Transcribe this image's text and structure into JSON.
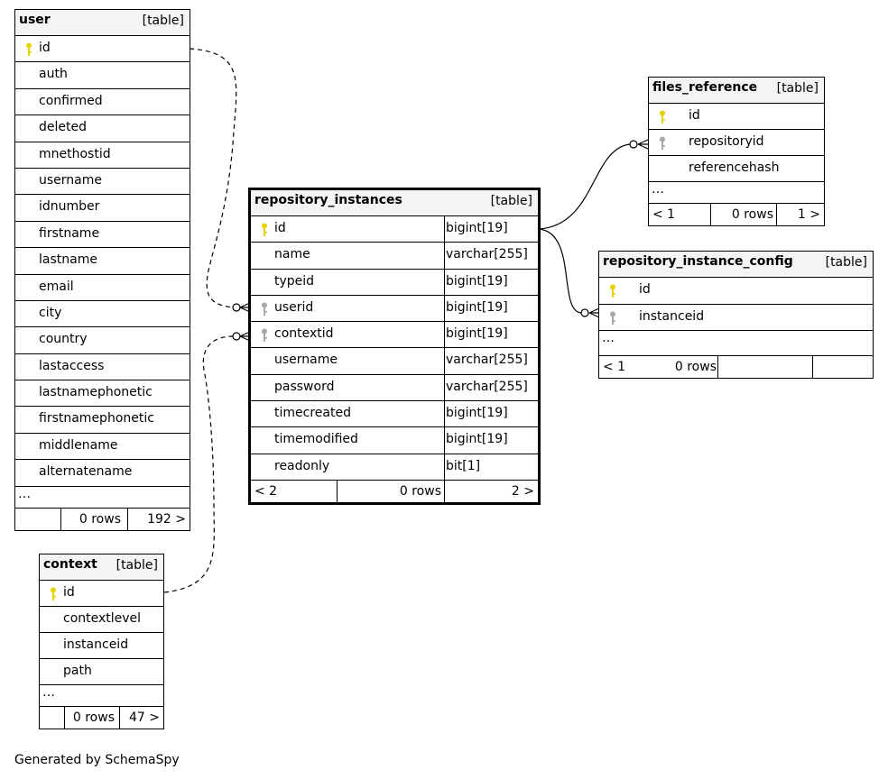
{
  "footer": "Generated by SchemaSpy",
  "colors": {
    "primary_key": "#e6d200",
    "foreign_key": "#a8a8a8",
    "header_bg": "#f4f4f4"
  },
  "tables": {
    "user": {
      "name": "user",
      "tag": "[table]",
      "columns": [
        {
          "name": "id",
          "key": "primary-key-icon"
        },
        {
          "name": "auth"
        },
        {
          "name": "confirmed"
        },
        {
          "name": "deleted"
        },
        {
          "name": "mnethostid"
        },
        {
          "name": "username"
        },
        {
          "name": "idnumber"
        },
        {
          "name": "firstname"
        },
        {
          "name": "lastname"
        },
        {
          "name": "email"
        },
        {
          "name": "city"
        },
        {
          "name": "country"
        },
        {
          "name": "lastaccess"
        },
        {
          "name": "lastnamephonetic"
        },
        {
          "name": "firstnamephonetic"
        },
        {
          "name": "middlename"
        },
        {
          "name": "alternatename"
        }
      ],
      "ellipsis": "…",
      "footer": {
        "left": "",
        "rows": "0 rows",
        "right": "192 >"
      }
    },
    "context": {
      "name": "context",
      "tag": "[table]",
      "columns": [
        {
          "name": "id",
          "key": "primary-key-icon"
        },
        {
          "name": "contextlevel"
        },
        {
          "name": "instanceid"
        },
        {
          "name": "path"
        }
      ],
      "ellipsis": "…",
      "footer": {
        "left": "",
        "rows": "0 rows",
        "right": "47 >"
      }
    },
    "repository_instances": {
      "name": "repository_instances",
      "tag": "[table]",
      "columns": [
        {
          "name": "id",
          "type": "bigint[19]",
          "key": "primary-key-icon"
        },
        {
          "name": "name",
          "type": "varchar[255]"
        },
        {
          "name": "typeid",
          "type": "bigint[19]"
        },
        {
          "name": "userid",
          "type": "bigint[19]",
          "key": "foreign-key-icon"
        },
        {
          "name": "contextid",
          "type": "bigint[19]",
          "key": "foreign-key-icon"
        },
        {
          "name": "username",
          "type": "varchar[255]"
        },
        {
          "name": "password",
          "type": "varchar[255]"
        },
        {
          "name": "timecreated",
          "type": "bigint[19]"
        },
        {
          "name": "timemodified",
          "type": "bigint[19]"
        },
        {
          "name": "readonly",
          "type": "bit[1]"
        }
      ],
      "footer": {
        "left": "< 2",
        "rows": "0 rows",
        "right": "2 >"
      }
    },
    "files_reference": {
      "name": "files_reference",
      "tag": "[table]",
      "columns": [
        {
          "name": "id",
          "key": "primary-key-icon"
        },
        {
          "name": "repositoryid",
          "key": "foreign-key-icon"
        },
        {
          "name": "referencehash"
        }
      ],
      "ellipsis": "…",
      "footer": {
        "left": "< 1",
        "rows": "0 rows",
        "right": "1 >"
      }
    },
    "repository_instance_config": {
      "name": "repository_instance_config",
      "tag": "[table]",
      "columns": [
        {
          "name": "id",
          "key": "primary-key-icon"
        },
        {
          "name": "instanceid",
          "key": "foreign-key-icon"
        }
      ],
      "ellipsis": "…",
      "footer": {
        "left": "< 1",
        "rows": "0 rows",
        "right": ""
      }
    }
  }
}
